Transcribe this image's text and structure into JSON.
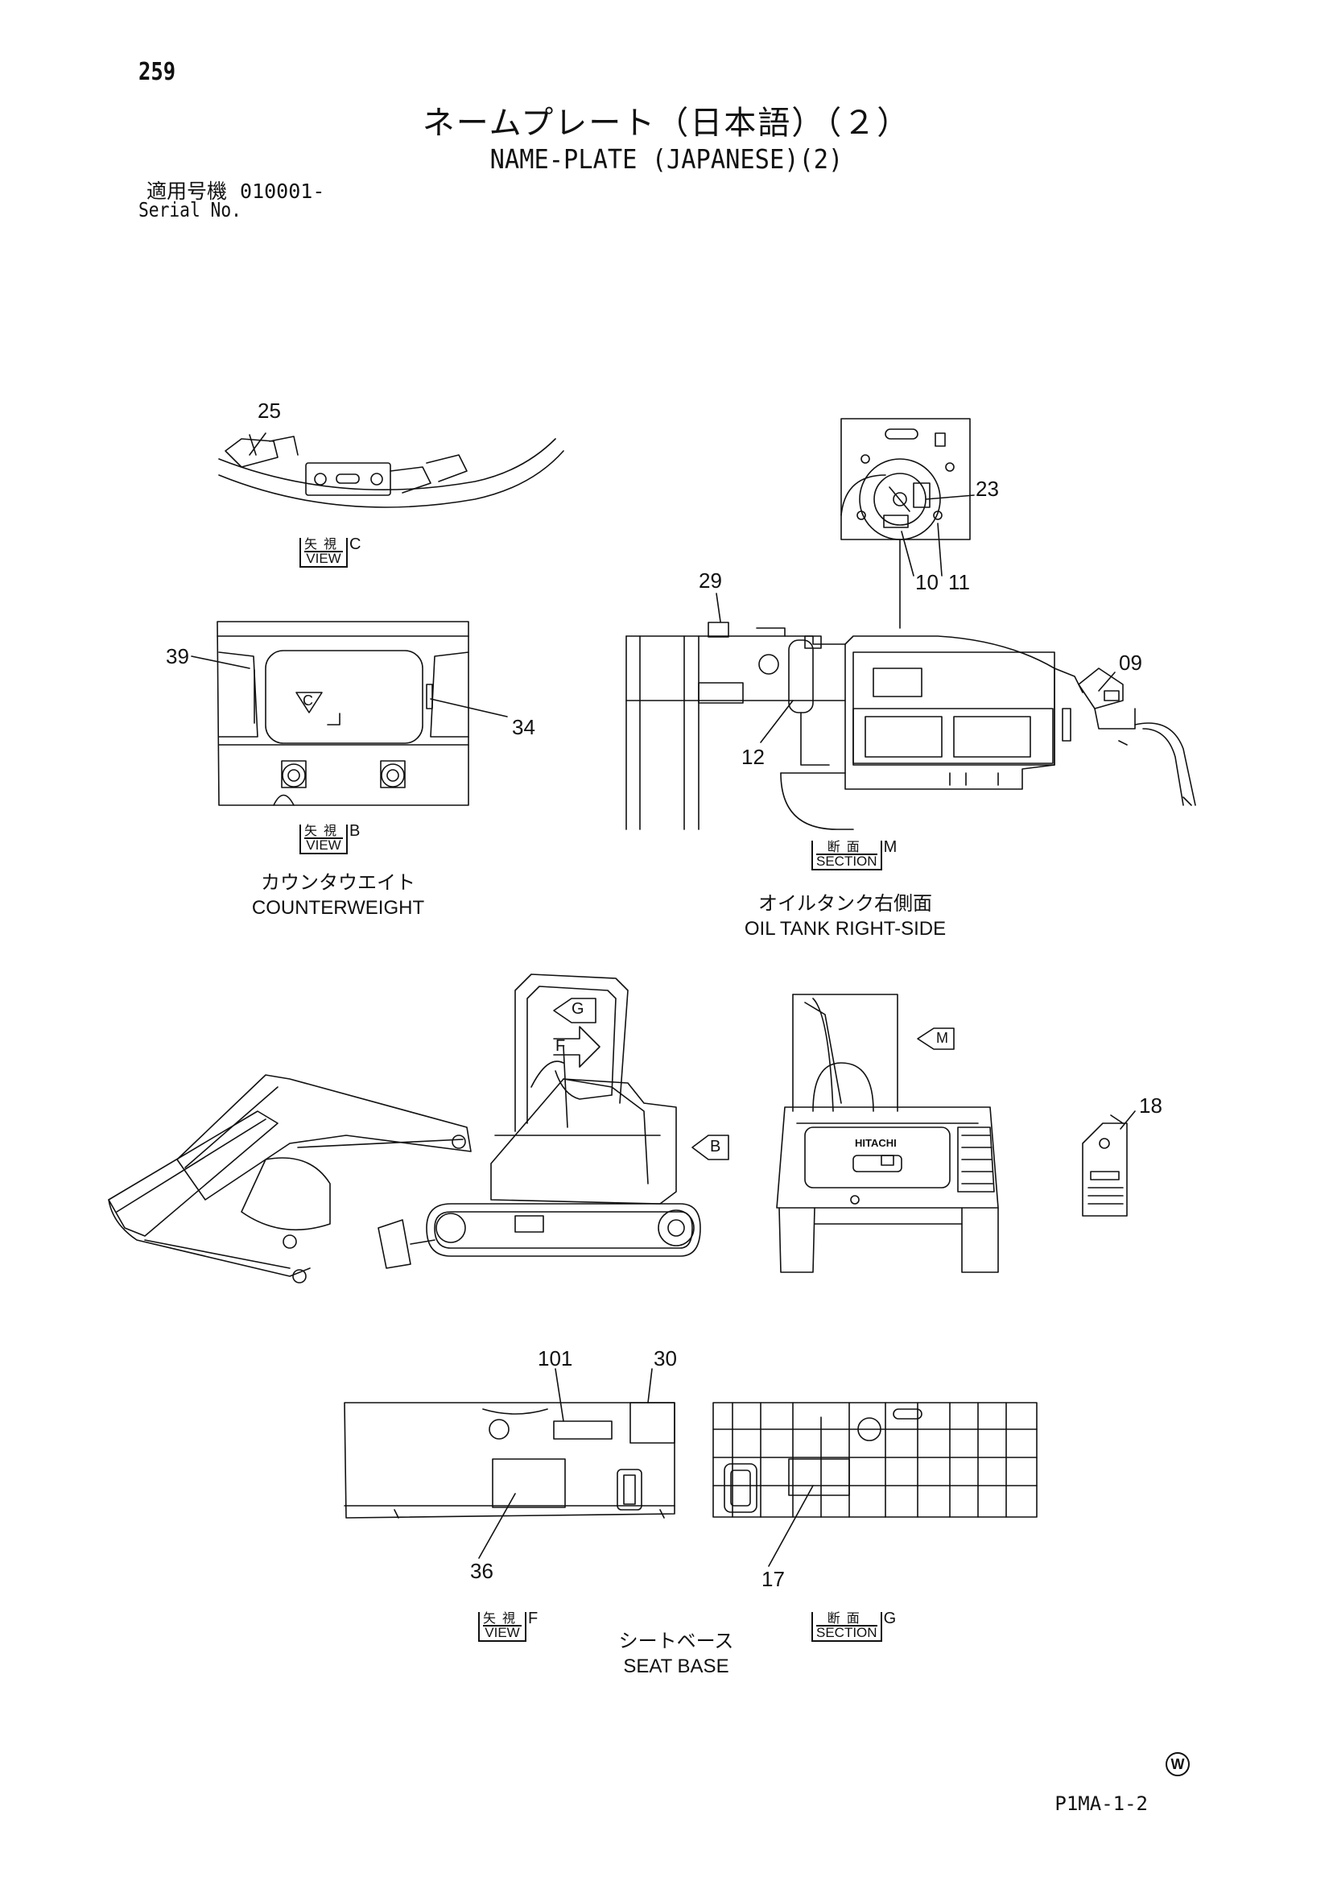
{
  "page_number": "259",
  "title_jp": "ネームプレート（日本語）（２）",
  "title_en": "NAME-PLATE (JAPANESE)(2)",
  "serial_label_jp": "適用号機",
  "serial_value": "010001-",
  "serial_label_en": "Serial No.",
  "views": {
    "view_c": {
      "jp": "矢視",
      "en": "VIEW",
      "letter": "C"
    },
    "view_b": {
      "jp": "矢視",
      "en": "VIEW",
      "letter": "B"
    },
    "section_m": {
      "jp": "断面",
      "en": "SECTION",
      "letter": "M"
    },
    "view_f": {
      "jp": "矢視",
      "en": "VIEW",
      "letter": "F"
    },
    "section_g": {
      "jp": "断面",
      "en": "SECTION",
      "letter": "G"
    }
  },
  "captions": {
    "counterweight_jp": "カウンタウエイト",
    "counterweight_en": "COUNTERWEIGHT",
    "oil_tank_jp": "オイルタンク右側面",
    "oil_tank_en": "OIL TANK RIGHT-SIDE",
    "seat_base_jp": "シートベース",
    "seat_base_en": "SEAT BASE"
  },
  "callouts": {
    "c25": "25",
    "c23": "23",
    "c10": "10",
    "c11": "11",
    "c29": "29",
    "c09": "09",
    "c39": "39",
    "c34": "34",
    "c12": "12",
    "c18": "18",
    "c101": "101",
    "c30": "30",
    "c36": "36",
    "c17": "17"
  },
  "arrow_labels": {
    "g": "G",
    "f": "F",
    "b": "B",
    "m": "M",
    "c": "C"
  },
  "brand_text": "HITACHI",
  "footer_code": "P1MA-1-2",
  "footer_mark": "W"
}
